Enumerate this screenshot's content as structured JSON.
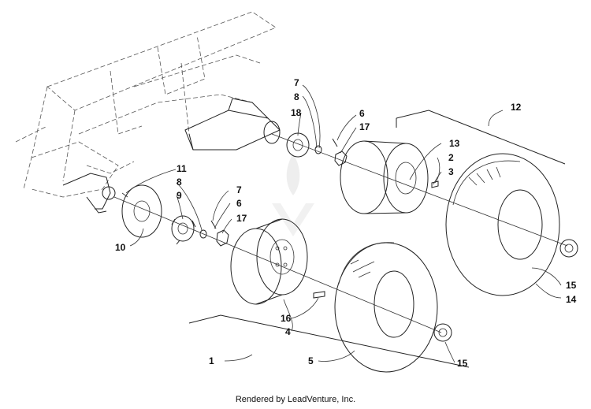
{
  "callouts": {
    "c1": "1",
    "c2": "2",
    "c3": "3",
    "c4": "4",
    "c5": "5",
    "c6a": "6",
    "c6b": "6",
    "c7a": "7",
    "c7b": "7",
    "c8a": "8",
    "c8b": "8",
    "c9": "9",
    "c10": "10",
    "c11": "11",
    "c12": "12",
    "c13": "13",
    "c14": "14",
    "c15a": "15",
    "c15b": "15",
    "c16": "16",
    "c17a": "17",
    "c17b": "17",
    "c18": "18"
  },
  "footer": "Rendered by LeadVenture, Inc.",
  "colors": {
    "line": "#222222",
    "background": "#ffffff",
    "watermark": "#d9d9d9"
  }
}
